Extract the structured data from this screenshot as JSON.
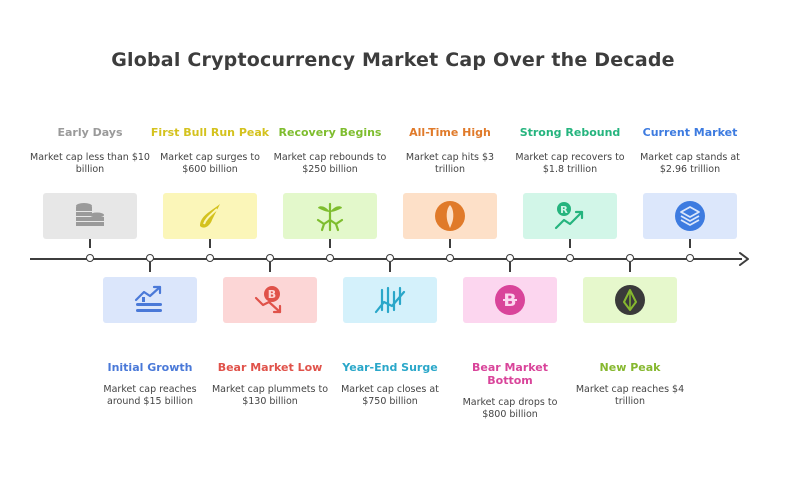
{
  "title": "Global Cryptocurrency Market Cap Over the Decade",
  "events": [
    {
      "title": "Early Days",
      "desc": "Market cap less than $10 billion",
      "color": "#9a9a9a",
      "bg": "#e7e7e7",
      "icon": "coins-stack-icon"
    },
    {
      "title": "Initial Growth",
      "desc": "Market cap reaches around $15 billion",
      "color": "#4a79d8",
      "bg": "#dbe6fb",
      "icon": "growth-chart-icon"
    },
    {
      "title": "First Bull Run Peak",
      "desc": "Market cap surges to $600 billion",
      "color": "#d4c21e",
      "bg": "#fbf6b9",
      "icon": "comet-icon"
    },
    {
      "title": "Bear Market Low",
      "desc": "Market cap plummets to $130 billion",
      "color": "#e0524a",
      "bg": "#fcd6d6",
      "icon": "bitcoin-decline-icon"
    },
    {
      "title": "Recovery Begins",
      "desc": "Market cap rebounds to $250 billion",
      "color": "#7ebd2e",
      "bg": "#e3f8cb",
      "icon": "sprout-icon"
    },
    {
      "title": "Year-End Surge",
      "desc": "Market cap closes at $750 billion",
      "color": "#2aa7c9",
      "bg": "#d4f1fb",
      "icon": "candlestick-trend-icon"
    },
    {
      "title": "All-Time High",
      "desc": "Market cap hits $3 trillion",
      "color": "#e07a2a",
      "bg": "#fde0c8",
      "icon": "rocket-icon"
    },
    {
      "title": "Bear Market Bottom",
      "desc": "Market cap drops to $800 billion",
      "color": "#d9449a",
      "bg": "#fcd6ef",
      "icon": "crypto-coin-icon"
    },
    {
      "title": "Strong Rebound",
      "desc": "Market cap recovers to $1.8 trillion",
      "color": "#25b47e",
      "bg": "#d2f6e8",
      "icon": "coin-uptrend-icon"
    },
    {
      "title": "New Peak",
      "desc": "Market cap reaches $4 trillion",
      "color": "#86b82f",
      "bg": "#e6f8cc",
      "icon": "ethereum-coin-icon"
    },
    {
      "title": "Current Market",
      "desc": "Market cap stands at $2.96 trillion",
      "color": "#3d7be0",
      "bg": "#dce7fb",
      "icon": "layers-coin-icon"
    }
  ]
}
